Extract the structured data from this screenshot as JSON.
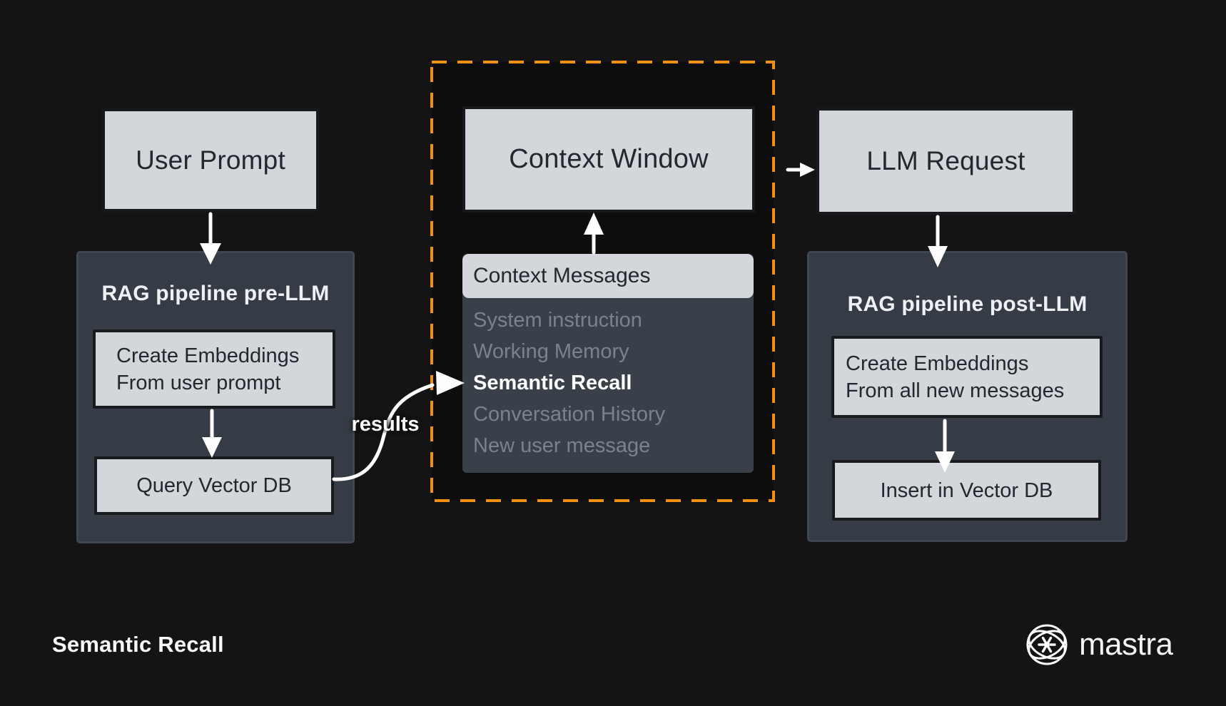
{
  "page": {
    "title": "Semantic Recall"
  },
  "brand": {
    "wordmark": "mastra",
    "icon": "mastra-sphere-asterisk-icon"
  },
  "flow": {
    "user_prompt": {
      "label": "User Prompt"
    },
    "pre_llm": {
      "title": "RAG pipeline pre-LLM",
      "create_embeddings": {
        "line1": "Create Embeddings",
        "line2": "From user prompt"
      },
      "query_vector_db": {
        "label": "Query Vector DB"
      }
    },
    "results_edge": {
      "label": "results"
    },
    "context_window": {
      "label": "Context Window"
    },
    "context_messages": {
      "header": "Context Messages",
      "items": [
        {
          "label": "System instruction",
          "highlighted": false
        },
        {
          "label": "Working Memory",
          "highlighted": false
        },
        {
          "label": "Semantic Recall",
          "highlighted": true
        },
        {
          "label": "Conversation History",
          "highlighted": false
        },
        {
          "label": "New user message",
          "highlighted": false
        }
      ]
    },
    "llm_request": {
      "label": "LLM Request"
    },
    "post_llm": {
      "title": "RAG pipeline post-LLM",
      "create_embeddings": {
        "line1": "Create Embeddings",
        "line2": "From all new messages"
      },
      "insert_vector_db": {
        "label": "Insert in Vector DB"
      }
    }
  },
  "colors": {
    "background": "#141414",
    "dashed_region_border": "#f29111",
    "panel_fill": "#363c45",
    "messages_panel_fill": "#3a404a",
    "node_fill": "#d3d6da",
    "node_text": "#23272e",
    "muted_list_text": "#79828e",
    "highlight_text": "#ffffff",
    "arrow": "#fdfdfd"
  }
}
